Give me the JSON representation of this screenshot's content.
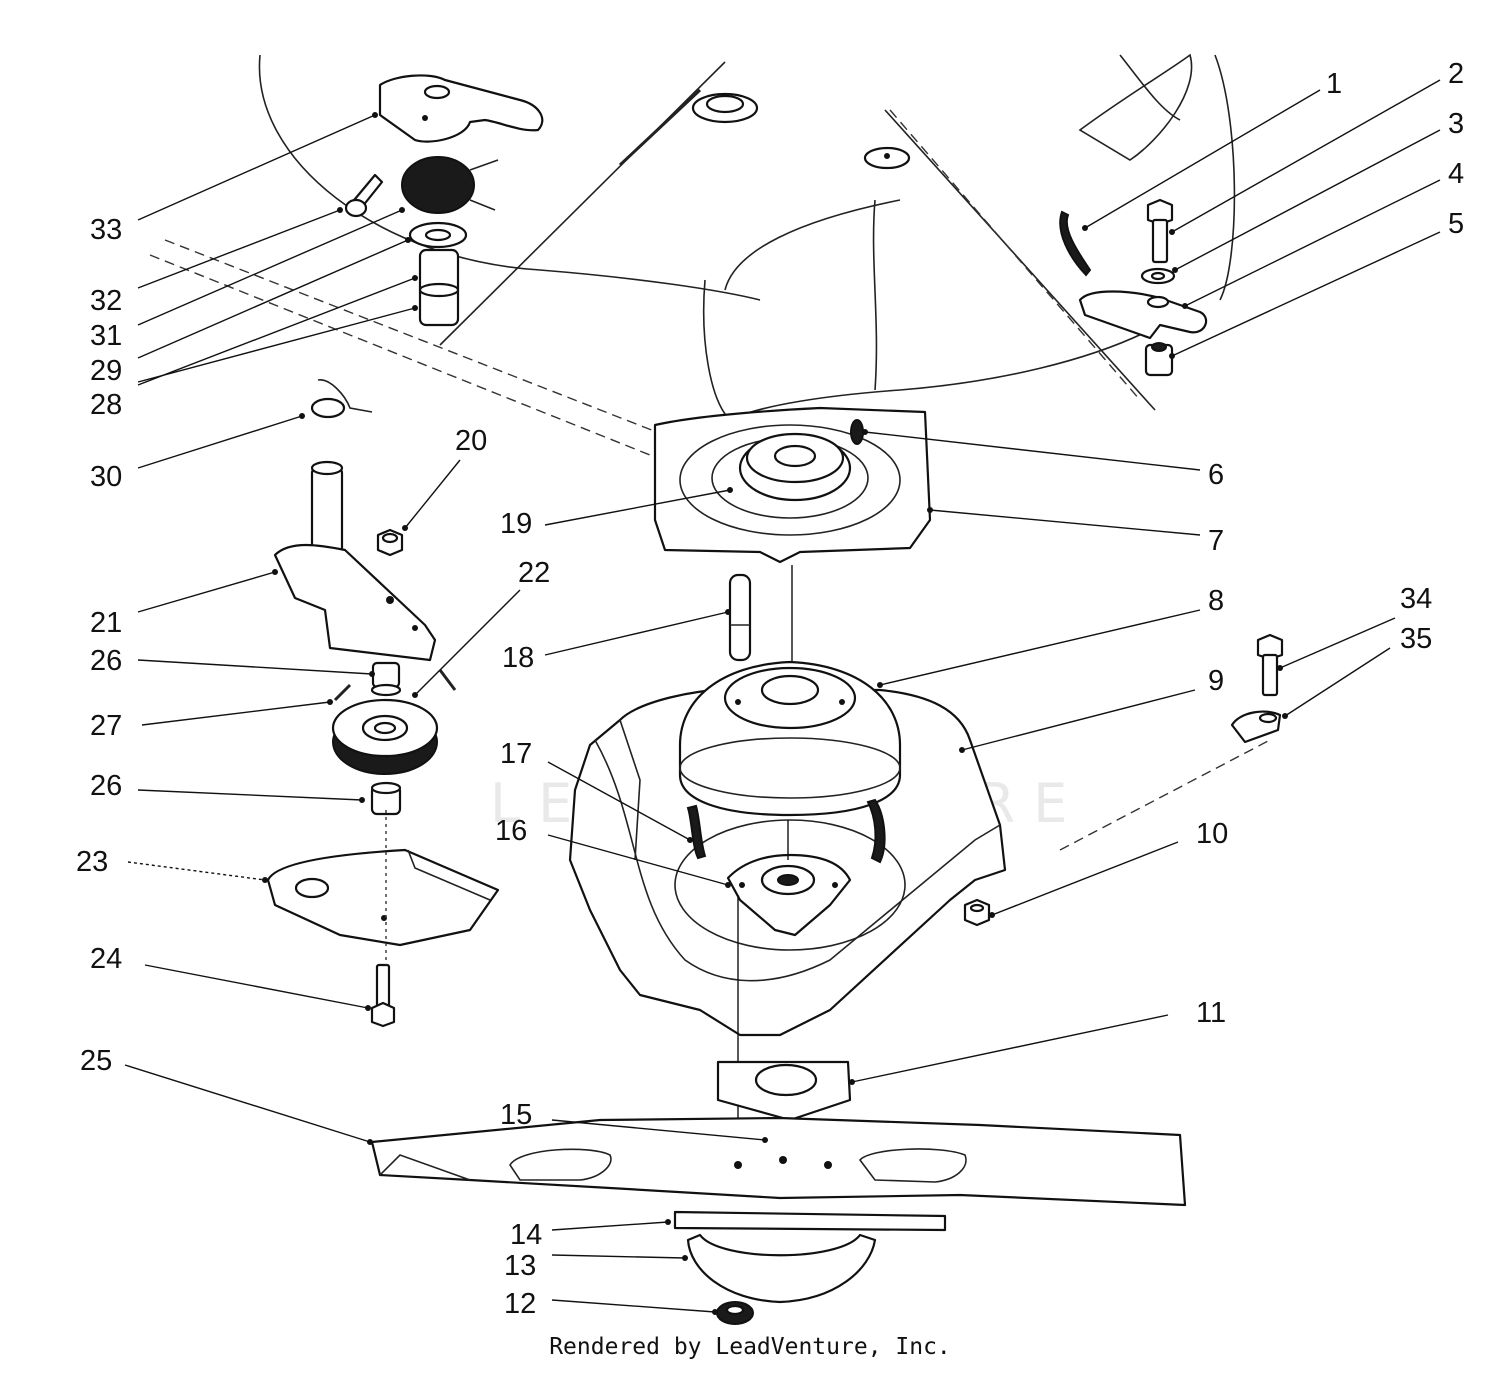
{
  "credit": "Rendered by LeadVenture, Inc.",
  "watermark": "LEADVENTURE",
  "callouts": [
    "1",
    "2",
    "3",
    "4",
    "5",
    "6",
    "7",
    "8",
    "9",
    "10",
    "11",
    "12",
    "13",
    "14",
    "15",
    "16",
    "17",
    "18",
    "19",
    "20",
    "21",
    "22",
    "23",
    "24",
    "25",
    "26",
    "26",
    "27",
    "28",
    "29",
    "30",
    "31",
    "32",
    "33",
    "34",
    "35"
  ]
}
